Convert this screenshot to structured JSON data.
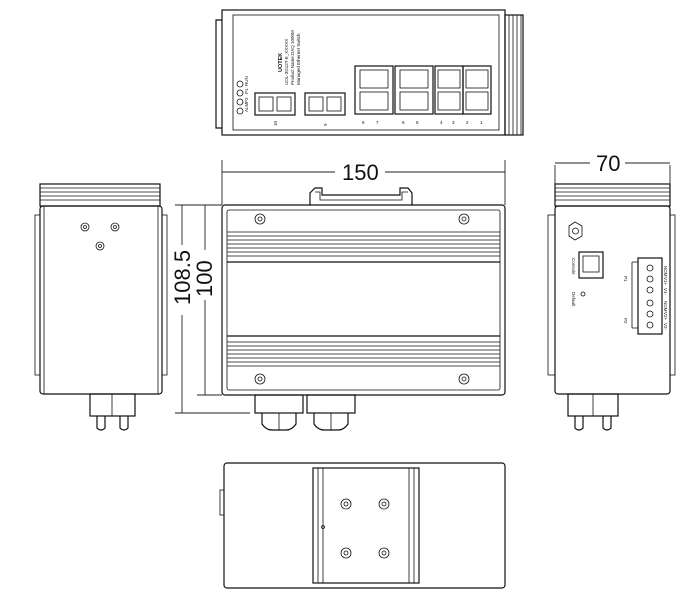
{
  "dimensions": {
    "width": "150",
    "depth": "70",
    "height_outer": "108.5",
    "height_inner": "100"
  },
  "front_panel": {
    "brand": "UOTEK",
    "model": "UOL-3G12T-E_XXXXX",
    "subtitle_1": "Product Name:DAQ 1000M",
    "subtitle_2": "Managed Ethernet Switch",
    "led_labels": [
      "ALM",
      "P2",
      "P1",
      "RUN"
    ],
    "fiber_ports": [
      "10",
      "9"
    ],
    "rj45_ports": [
      "8",
      "7",
      "6",
      "5",
      "4",
      "3",
      "2",
      "1"
    ]
  },
  "side_panel": {
    "console_label": "Console",
    "default_label": "Default",
    "power_labels": [
      "P1",
      "P2"
    ],
    "terminal_labels": [
      "NOM",
      "V1+",
      "V1-",
      "NOM",
      "V2+",
      "V2-"
    ]
  }
}
